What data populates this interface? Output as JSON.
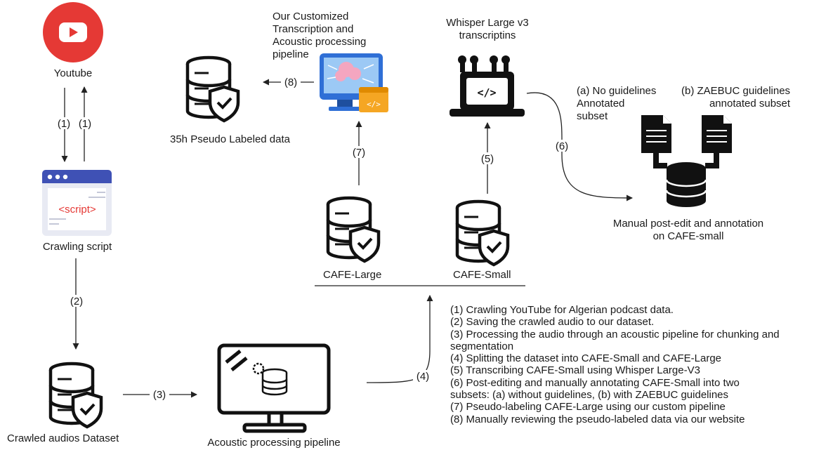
{
  "nodes": {
    "youtube": "Youtube",
    "script_text": "<script>",
    "crawling_script": "Crawling script",
    "crawled_dataset": "Crawled audios Dataset",
    "acoustic_pipeline": "Acoustic processing pipeline",
    "custom_pipeline": [
      "Our Customized",
      "Transcription and",
      "Acoustic processing",
      "pipeline"
    ],
    "pseudo_labeled": "35h Pseudo Labeled data",
    "whisper": [
      "Whisper Large v3",
      "transcriptins"
    ],
    "cafe_large": "CAFE-Large",
    "cafe_small": "CAFE-Small",
    "no_guidelines": [
      "(a) No guidelines",
      "Annotated",
      "subset"
    ],
    "zaebuc": [
      "(b) ZAEBUC guidelines",
      "annotated subset"
    ],
    "manual_post_edit": [
      "Manual post-edit and annotation",
      "on CAFE-small"
    ]
  },
  "edge_labels": {
    "e1a": "(1)",
    "e1b": "(1)",
    "e2": "(2)",
    "e3": "(3)",
    "e4": "(4)",
    "e5": "(5)",
    "e6": "(6)",
    "e7": "(7)",
    "e8": "(8)"
  },
  "legend": [
    "(1) Crawling YouTube for Algerian podcast data.",
    "(2) Saving the crawled audio to our dataset.",
    "(3) Processing the audio through an acoustic pipeline for chunking and",
    "segmentation",
    "(4) Splitting the dataset into CAFE-Small and CAFE-Large",
    "(5) Transcribing CAFE-Small using Whisper Large-V3",
    "(6) Post-editing and manually annotating CAFE-Small into two",
    "subsets: (a) without guidelines, (b) with ZAEBUC guidelines",
    "(7) Pseudo-labeling CAFE-Large using our custom pipeline",
    "(8) Manually reviewing the pseudo-labeled data via our website"
  ],
  "colors": {
    "youtube_red": "#e53935",
    "browser_blue": "#3f51b5",
    "script_red": "#e53935",
    "monitor_blue": "#2f6fd6",
    "code_orange": "#f5a623"
  }
}
